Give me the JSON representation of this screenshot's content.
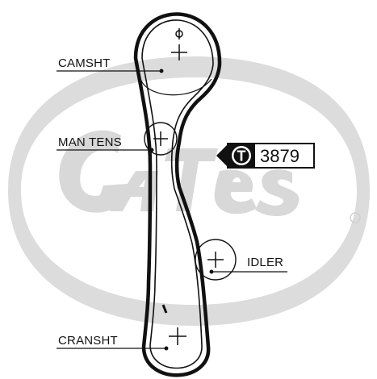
{
  "watermark": {
    "brand": "Gates",
    "registered": "®",
    "color": "#d6d6d6"
  },
  "components": {
    "camshaft": {
      "label": "CAMSHT"
    },
    "tensioner": {
      "label": "MAN TENS"
    },
    "idler": {
      "label": "IDLER"
    },
    "crankshaft": {
      "label": "CRANSHT"
    }
  },
  "part_badge": {
    "icon": "T",
    "number": "3879"
  },
  "colors": {
    "ink": "#111111",
    "belt": "#111111",
    "watermark": "#d6d6d6"
  }
}
